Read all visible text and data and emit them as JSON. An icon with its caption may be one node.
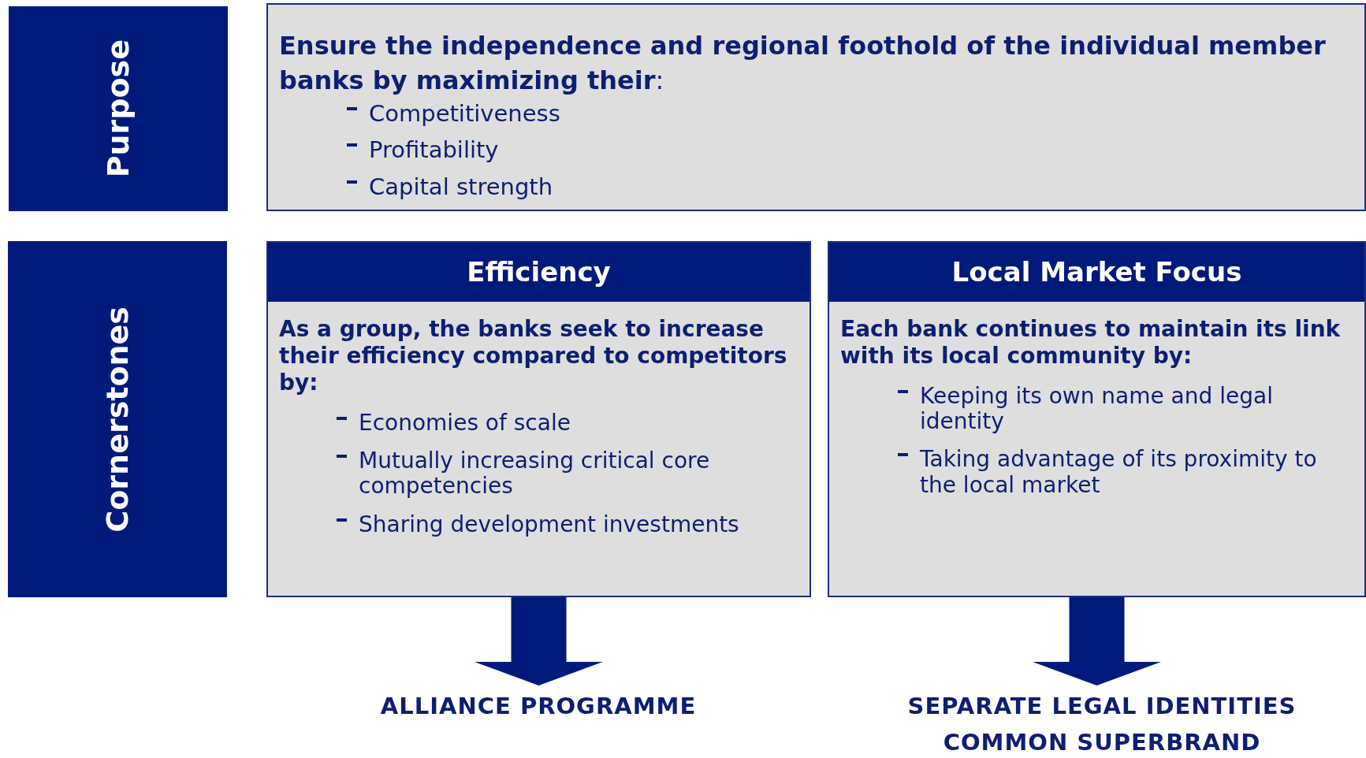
{
  "diagram": {
    "nodes": [
      {
        "text": [
          "Purpose"
        ]
      },
      {
        "text": [
          "**Ensure the independence and regional foothold of the individual member banks by maximizing their**:",
          "Competitiveness",
          "Profitability",
          "Capital strength"
        ]
      },
      {
        "text": [
          "Cornerstones"
        ]
      },
      {
        "text": [
          "Efficiency",
          "As a group, the banks seek to increase their efficiency compared to competitors by:",
          "Economies of scale",
          "Mutually increasing critical core competencies",
          "Sharing development investments"
        ]
      },
      {
        "text": [
          "Local Market Focus",
          "Each bank continues to maintain its link with its local community by:",
          "Keeping its own name and legal identity",
          "Taking advantage of its proximity to the local market"
        ]
      },
      {
        "text": [
          "ALLIANCE PROGRAMME"
        ]
      },
      {
        "text": [
          "SEPARATE LEGAL IDENTITIES",
          "COMMON SUPERBRAND"
        ]
      }
    ],
    "edges": [
      {
        "from": 3,
        "to": 5,
        "arrow": "to"
      },
      {
        "from": 4,
        "to": 6,
        "arrow": "to"
      }
    ]
  }
}
